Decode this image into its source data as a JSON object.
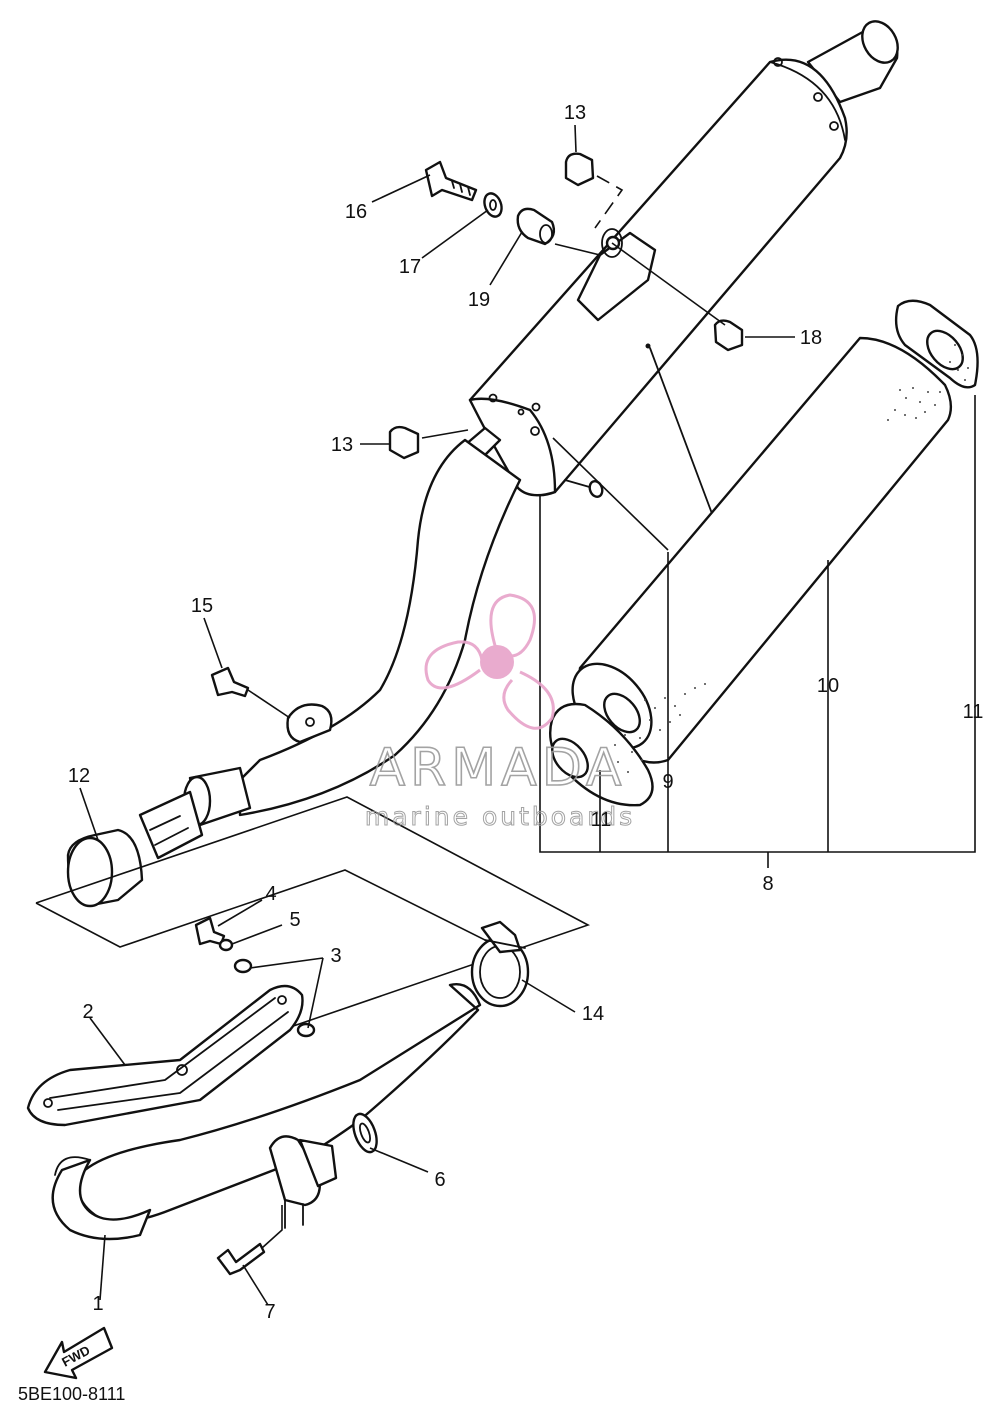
{
  "diagram": {
    "part_labels": {
      "p1": "1",
      "p2": "2",
      "p3": "3",
      "p4": "4",
      "p5": "5",
      "p6": "6",
      "p7": "7",
      "p8": "8",
      "p9": "9",
      "p10": "10",
      "p11a": "11",
      "p11b": "11",
      "p12": "12",
      "p13a": "13",
      "p13b": "13",
      "p14": "14",
      "p15": "15",
      "p16": "16",
      "p17": "17",
      "p18": "18",
      "p19": "19"
    },
    "diagram_code": "5BE100-8111",
    "fwd_label": "FWD"
  },
  "watermark": {
    "brand": "ARMADA",
    "tagline": "marine outboards",
    "colors": {
      "pink": "#e7a2c9",
      "grey": "#9a9a9a"
    }
  },
  "icons": [
    "propeller-logo-icon",
    "fwd-arrow-icon"
  ]
}
